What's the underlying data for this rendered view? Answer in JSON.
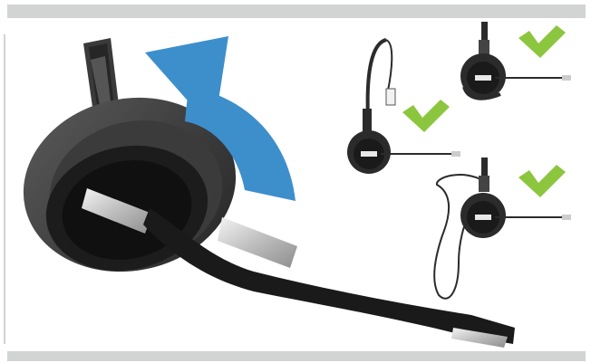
{
  "figure": {
    "arrow_color": "#3d8fcc",
    "check_color": "#8cc63f",
    "bar_color": "#d2d3d3",
    "headset_color": "#2b2b2b",
    "icons": [
      "headset-earpiece-illustration",
      "rotate-arrow-icon",
      "headband-option",
      "neckband-option",
      "earhook-option",
      "checkmark-icon"
    ]
  }
}
